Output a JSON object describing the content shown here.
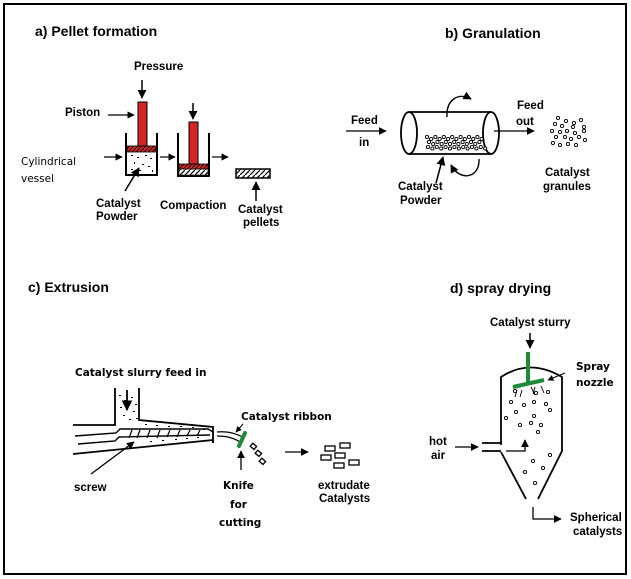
{
  "colors": {
    "piston": "#d42424",
    "nozzle_knife": "#1f8a3a",
    "line": "#000000",
    "background": "#ffffff"
  },
  "panels": {
    "a": {
      "title": "a) Pellet formation",
      "labels": {
        "pressure": "Pressure",
        "piston": "Piston",
        "cylindrical": "Cylindrical",
        "vessel": "vessel",
        "catalyst_powder_1": "Catalyst",
        "catalyst_powder_2": "Powder",
        "compaction": "Compaction",
        "pellets_1": "Catalyst",
        "pellets_2": "pellets"
      }
    },
    "b": {
      "title": "b) Granulation",
      "labels": {
        "feed_in_1": "Feed",
        "feed_in_2": "in",
        "feed_out_1": "Feed",
        "feed_out_2": "out",
        "powder_1": "Catalyst",
        "powder_2": "Powder",
        "granules_1": "Catalyst",
        "granules_2": "granules"
      }
    },
    "c": {
      "title": "c) Extrusion",
      "labels": {
        "slurry_feed": "Catalyst slurry feed in",
        "ribbon": "Catalyst  ribbon",
        "screw": "screw",
        "knife_1": "Knife",
        "knife_2": "for",
        "knife_3": "cutting",
        "extrudate_1": "extrudate",
        "extrudate_2": "Catalysts"
      }
    },
    "d": {
      "title": "d) spray drying",
      "labels": {
        "slurry": "Catalyst sturry",
        "nozzle_1": "Spray",
        "nozzle_2": "nozzle",
        "hot_air_1": "hot",
        "hot_air_2": "air",
        "spherical_1": "Spherical",
        "spherical_2": "catalysts"
      }
    }
  }
}
